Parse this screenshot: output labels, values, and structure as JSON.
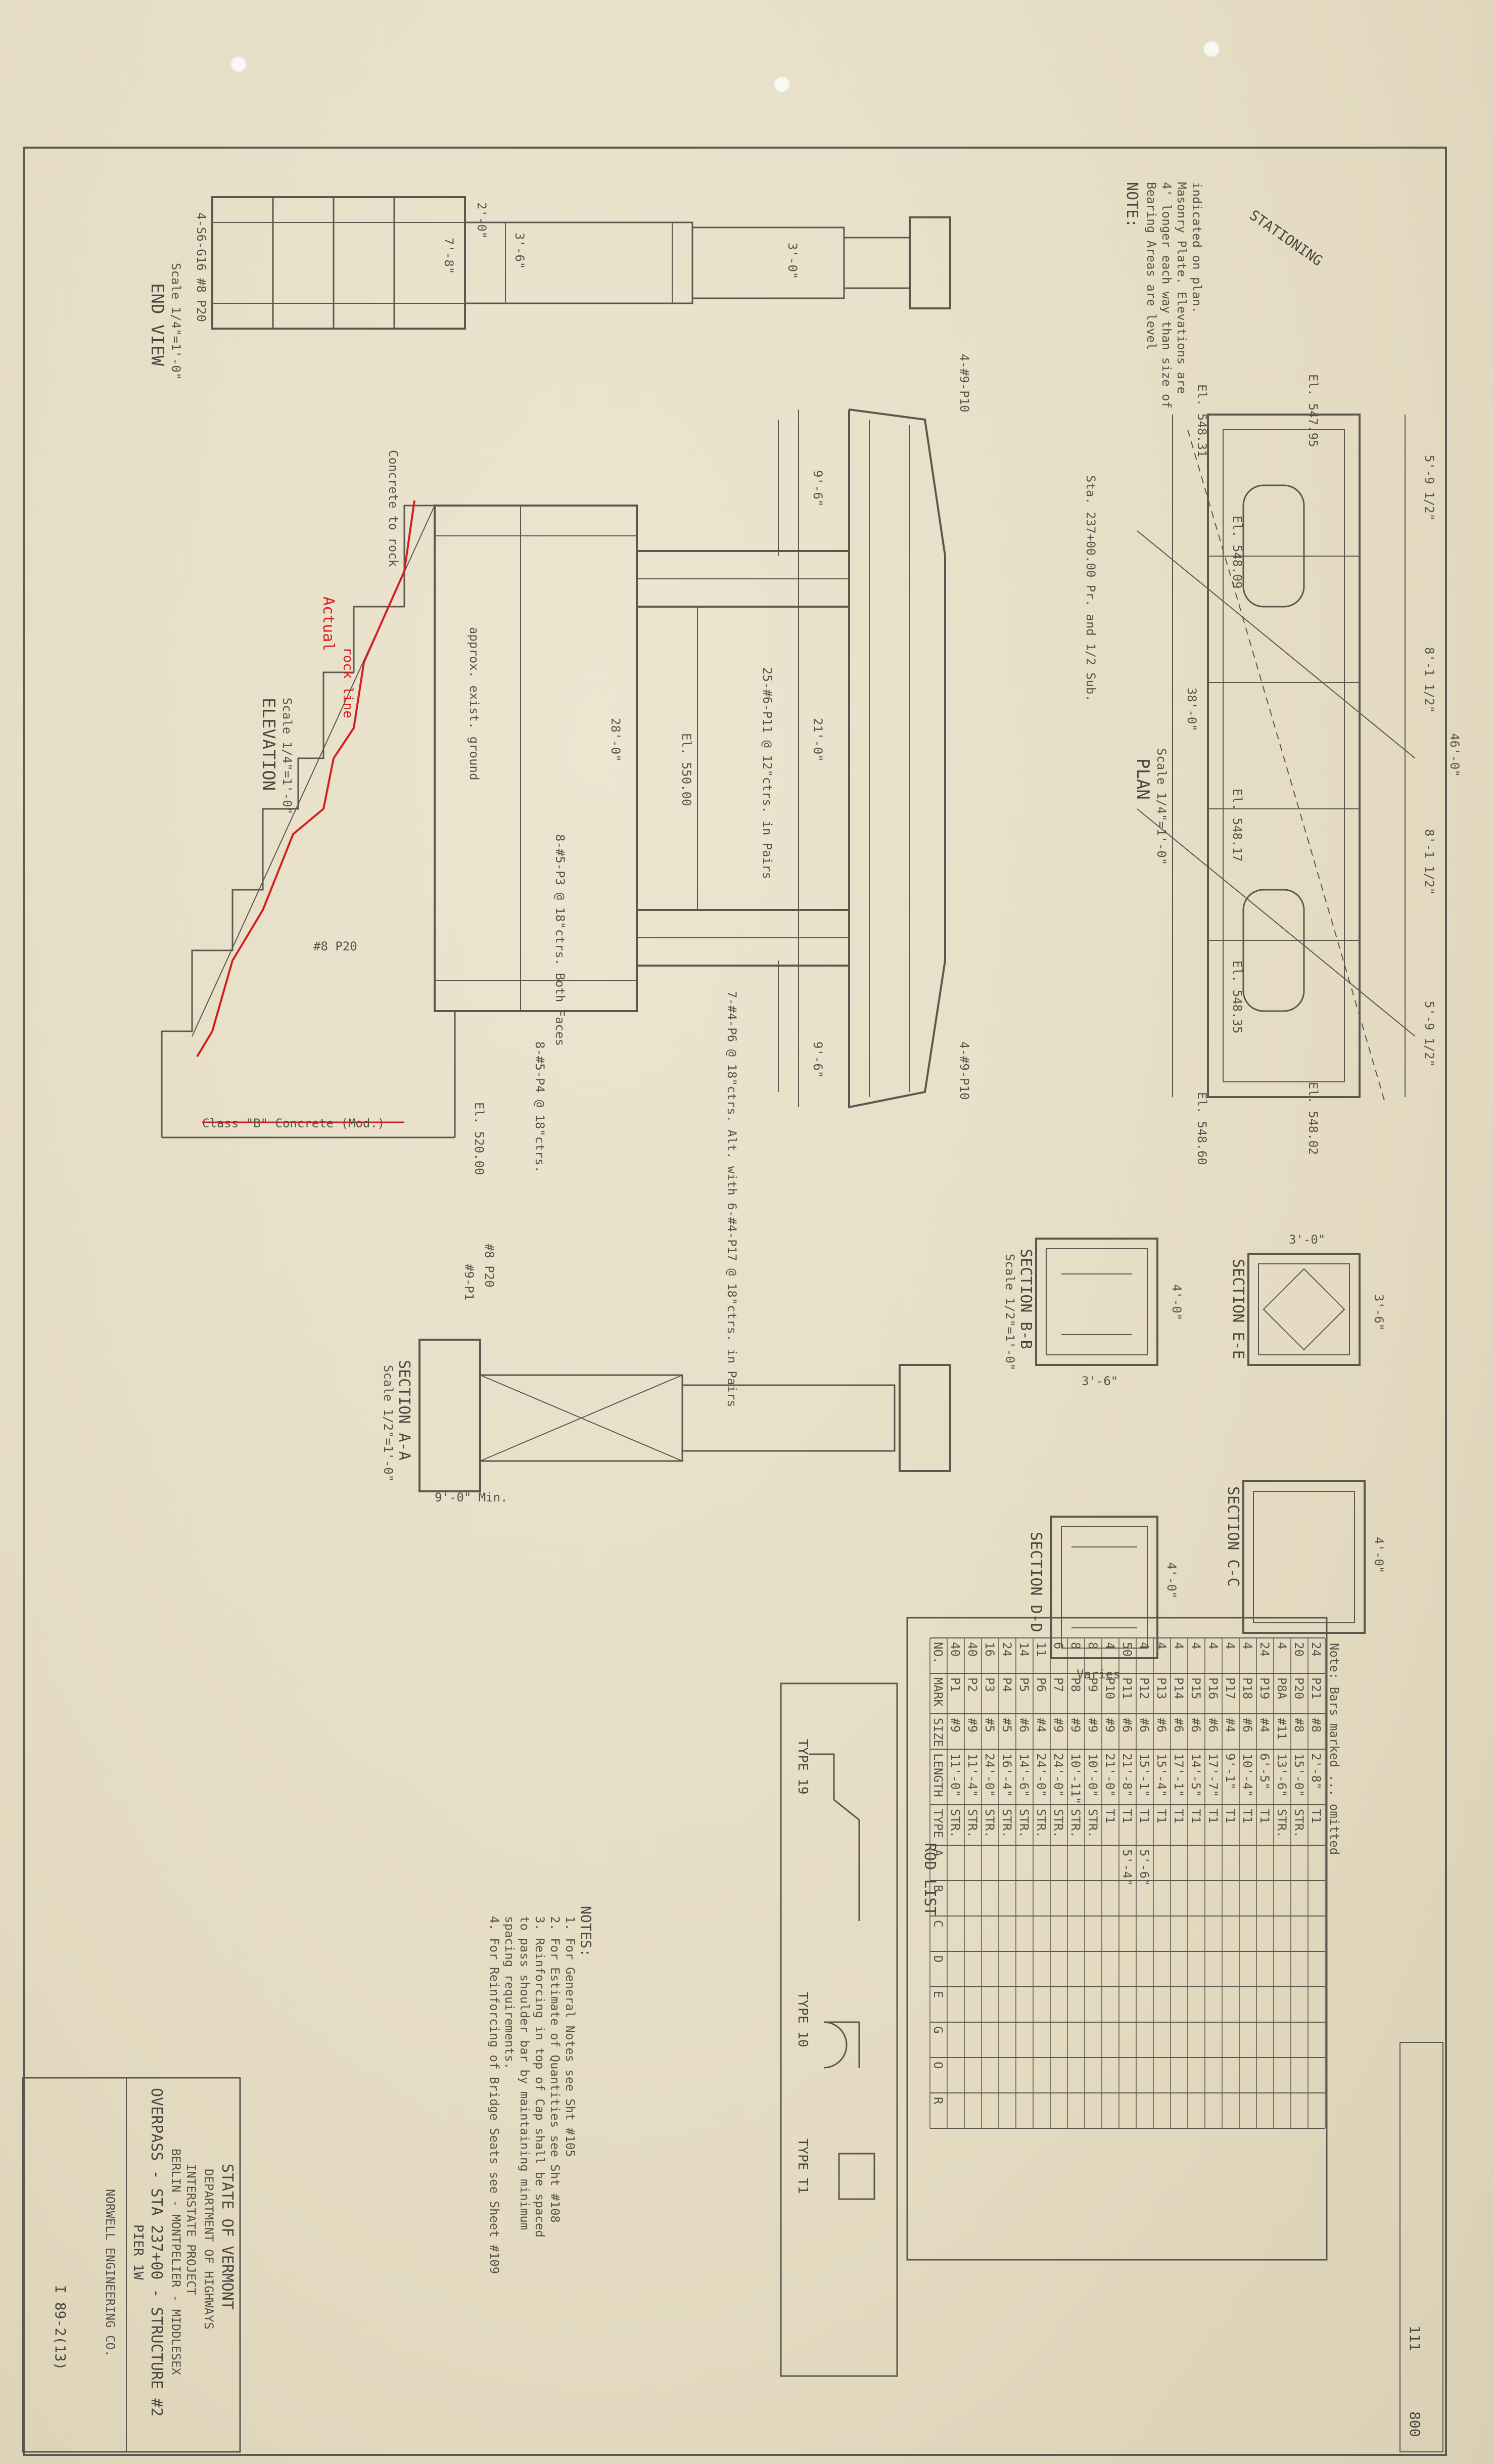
{
  "title_block": {
    "state": "STATE OF VERMONT",
    "dept": "DEPARTMENT OF HIGHWAYS",
    "project": "INTERSTATE PROJECT",
    "route": "BERLIN - MONTPELIER - MIDDLESEX",
    "structure": "OVERPASS - STA 237+00 - STRUCTURE #2",
    "pier": "PIER 1W",
    "engineer": "NORWELL ENGINEERING CO.",
    "proj_no": "I 89-2(13)"
  },
  "sheet_no": "111",
  "sheet_total": "800",
  "notes_top": {
    "heading": "NOTE:",
    "lines": [
      "Bearing Areas are level",
      "4' longer each way than size of",
      "Masonry Plate. Elevations are",
      "indicated on plan."
    ]
  },
  "stationing": "STATIONING",
  "views": {
    "end_view": "END VIEW",
    "end_scale": "Scale 1/4\"=1'-0\"",
    "plan": "PLAN",
    "plan_scale": "Scale 1/4\"=1'-0\"",
    "elevation": "ELEVATION",
    "elev_scale": "Scale 1/4\"=1'-0\"",
    "section_aa": "SECTION A-A",
    "section_bb": "SECTION B-B",
    "section_cc": "SECTION C-C",
    "section_dd": "SECTION D-D",
    "section_ee": "SECTION E-E",
    "sec_scale": "Scale 1/2\"=1'-0\"",
    "type19": "TYPE 19",
    "type10": "TYPE 10",
    "typeT1": "TYPE T1"
  },
  "elevation_labels": {
    "concrete_to_rock": "Concrete to rock",
    "actual": "Actual",
    "rock_line": "rock line",
    "class_b": "Class \"B\" Concrete (Mod.)",
    "approx_ground": "approx. exist. ground",
    "el_bottom": "El. 520.00",
    "el_top": "El. 550.00",
    "dim_28": "28'-0\"",
    "dim_21": "21'-0\"",
    "dim_9_6a": "9'-6\"",
    "dim_9_6b": "9'-6\"",
    "bar_p3": "8-#5-P3 @ 18\"ctrs. Both Faces",
    "bar_p11": "25-#6-P11 @ 12\"ctrs. in Pairs",
    "bar_p6": "7-#4-P6 @ 18\"ctrs. Alt. with 6-#4-P17 @ 18\"ctrs. in Pairs",
    "bar_p4": "8-#5-P4 @ 18\"ctrs.",
    "bar_p20": "#8 P20",
    "bar_p10a": "4-#9-P10",
    "bar_p10b": "4-#9-P10"
  },
  "plan_labels": {
    "dim_total": "46'-0\"",
    "dim_span_1": "5'-9 1/2\"",
    "dim_span_2": "8'-1 1/2\"",
    "dim_span_3": "8'-1 1/2\"",
    "dim_span_4": "5'-9 1/2\"",
    "el1": "El. 548.31",
    "el2": "El. 548.09",
    "el3": "El. 548.17",
    "el4": "El. 548.35",
    "el5": "El. 548.60",
    "el6": "El. 547.95",
    "el7": "El. 548.02",
    "width": "38'-0\"",
    "sta": "Sta. 237+00.00 Pr. and 1/2 Sub."
  },
  "end_view_labels": {
    "rebar": "4-S6-G16 #8 P20",
    "dim_a": "3'-6\"",
    "dim_b": "3'-0\"",
    "dim_c": "2'-0\"",
    "dim_d": "7'-8\""
  },
  "section_labels": {
    "aa_width": "9'-0\" Min.",
    "aa_bar1": "#8 P20",
    "aa_bar2": "#9-P1",
    "bb_w": "3'-6\"",
    "bb_h": "4'-0\"",
    "cc_w": "3'-0\"",
    "cc_h": "3'-6\"",
    "dd_varies": "Varies",
    "dd_h": "4'-0\"",
    "ee_w": "4'-0\""
  },
  "rod_list": {
    "title": "ROD LIST",
    "columns": [
      "NO.",
      "MARK",
      "SIZE",
      "LENGTH",
      "TYPE",
      "A",
      "B",
      "C",
      "D",
      "E",
      "G",
      "O",
      "R"
    ],
    "rows": [
      [
        "40",
        "P1",
        "#9",
        "11'-0\"",
        "STR.",
        "",
        "",
        "",
        "",
        "",
        "",
        "",
        ""
      ],
      [
        "40",
        "P2",
        "#9",
        "11'-4\"",
        "STR.",
        "",
        "",
        "",
        "",
        "",
        "",
        "",
        ""
      ],
      [
        "16",
        "P3",
        "#5",
        "24'-0\"",
        "STR.",
        "",
        "",
        "",
        "",
        "",
        "",
        "",
        ""
      ],
      [
        "24",
        "P4",
        "#5",
        "16'-4\"",
        "STR.",
        "",
        "",
        "",
        "",
        "",
        "",
        "",
        ""
      ],
      [
        "14",
        "P5",
        "#6",
        "14'-6\"",
        "STR.",
        "",
        "",
        "",
        "",
        "",
        "",
        "",
        ""
      ],
      [
        "11",
        "P6",
        "#4",
        "24'-0\"",
        "STR.",
        "",
        "",
        "",
        "",
        "",
        "",
        "",
        ""
      ],
      [
        "6",
        "P7",
        "#9",
        "24'-0\"",
        "STR.",
        "",
        "",
        "",
        "",
        "",
        "",
        "",
        ""
      ],
      [
        "8",
        "P8",
        "#9",
        "10'-11\"",
        "STR.",
        "",
        "",
        "",
        "",
        "",
        "",
        "",
        ""
      ],
      [
        "8",
        "P9",
        "#9",
        "10'-0\"",
        "STR.",
        "",
        "",
        "",
        "",
        "",
        "",
        "",
        ""
      ],
      [
        "4",
        "P10",
        "#9",
        "21'-0\"",
        "T1",
        "",
        "",
        "",
        "",
        "",
        "",
        "",
        ""
      ],
      [
        "50",
        "P11",
        "#6",
        "21'-8\"",
        "T1",
        "5'-4\"",
        "",
        "",
        "",
        "",
        "",
        "",
        ""
      ],
      [
        "4",
        "P12",
        "#6",
        "15'-1\"",
        "T1",
        "5'-6\"",
        "",
        "",
        "",
        "",
        "",
        "",
        ""
      ],
      [
        "4",
        "P13",
        "#6",
        "15'-4\"",
        "T1",
        "",
        "",
        "",
        "",
        "",
        "",
        "",
        ""
      ],
      [
        "4",
        "P14",
        "#6",
        "17'-1\"",
        "T1",
        "",
        "",
        "",
        "",
        "",
        "",
        "",
        ""
      ],
      [
        "4",
        "P15",
        "#6",
        "14'-5\"",
        "T1",
        "",
        "",
        "",
        "",
        "",
        "",
        "",
        ""
      ],
      [
        "4",
        "P16",
        "#6",
        "17'-7\"",
        "T1",
        "",
        "",
        "",
        "",
        "",
        "",
        "",
        ""
      ],
      [
        "4",
        "P17",
        "#4",
        "9'-1\"",
        "T1",
        "",
        "",
        "",
        "",
        "",
        "",
        "",
        ""
      ],
      [
        "4",
        "P18",
        "#6",
        "10'-4\"",
        "T1",
        "",
        "",
        "",
        "",
        "",
        "",
        "",
        ""
      ],
      [
        "24",
        "P19",
        "#4",
        "6'-5\"",
        "T1",
        "",
        "",
        "",
        "",
        "",
        "",
        "",
        ""
      ],
      [
        "4",
        "P8A",
        "#11",
        "13'-6\"",
        "STR.",
        "",
        "",
        "",
        "",
        "",
        "",
        "",
        ""
      ],
      [
        "20",
        "P20",
        "#8",
        "15'-0\"",
        "STR.",
        "",
        "",
        "",
        "",
        "",
        "",
        "",
        ""
      ],
      [
        "24",
        "P21",
        "#8",
        "2'-8\"",
        "T1",
        "",
        "",
        "",
        "",
        "",
        "",
        "",
        ""
      ]
    ],
    "footer": "Note: Bars marked ... omitted"
  },
  "general_notes": {
    "heading": "NOTES:",
    "lines": [
      "1. For General Notes see Sht #105",
      "2. For Estimate of Quantities see Sht #108",
      "3. Reinforcing in top of Cap shall be spaced",
      "   to pass shoulder bar by maintaining minimum",
      "   spacing requirements.",
      "4. For Reinforcing of Bridge Seats see Sheet #109"
    ]
  },
  "colors": {
    "paper": "#e7dfc8",
    "ink": "#4a4640",
    "red": "#d21e1e"
  }
}
